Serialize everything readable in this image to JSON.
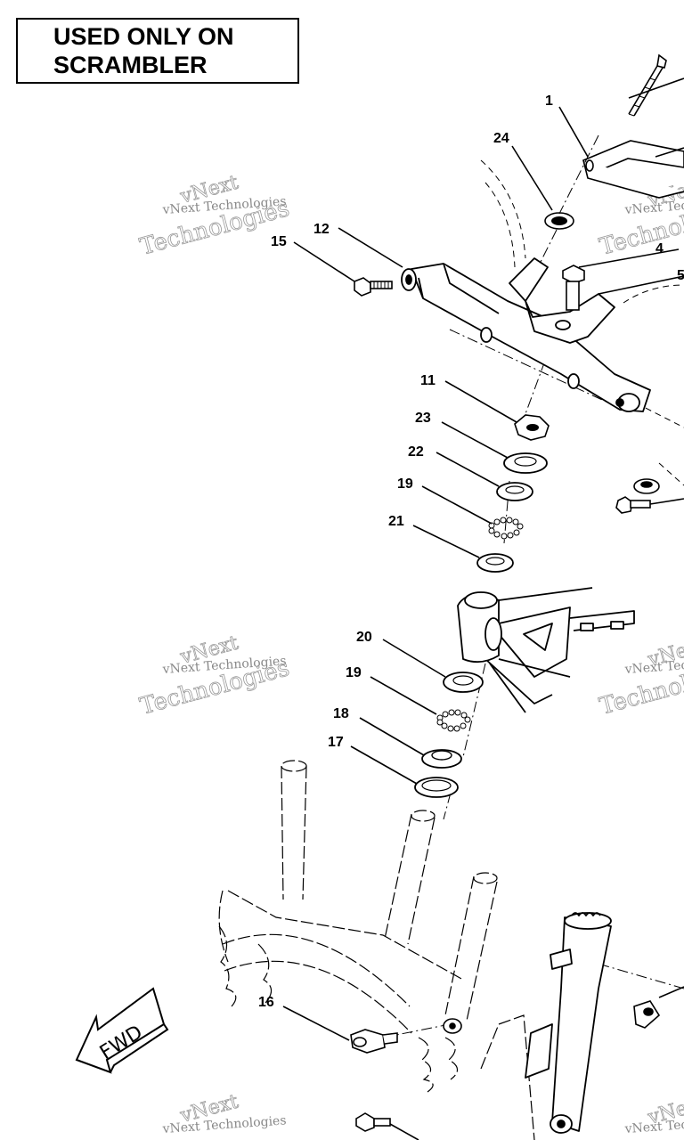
{
  "banner": {
    "line1": "USED ONLY ON",
    "line2": "SCRAMBLER"
  },
  "direction_label": "FWD",
  "watermark": {
    "line1": "vNext",
    "line2": "vNext Technologies",
    "line3": "Technologies"
  },
  "callouts": [
    "1",
    "24",
    "12",
    "15",
    "4",
    "5",
    "11",
    "23",
    "22",
    "19",
    "21",
    "20",
    "19",
    "18",
    "17",
    "16"
  ]
}
